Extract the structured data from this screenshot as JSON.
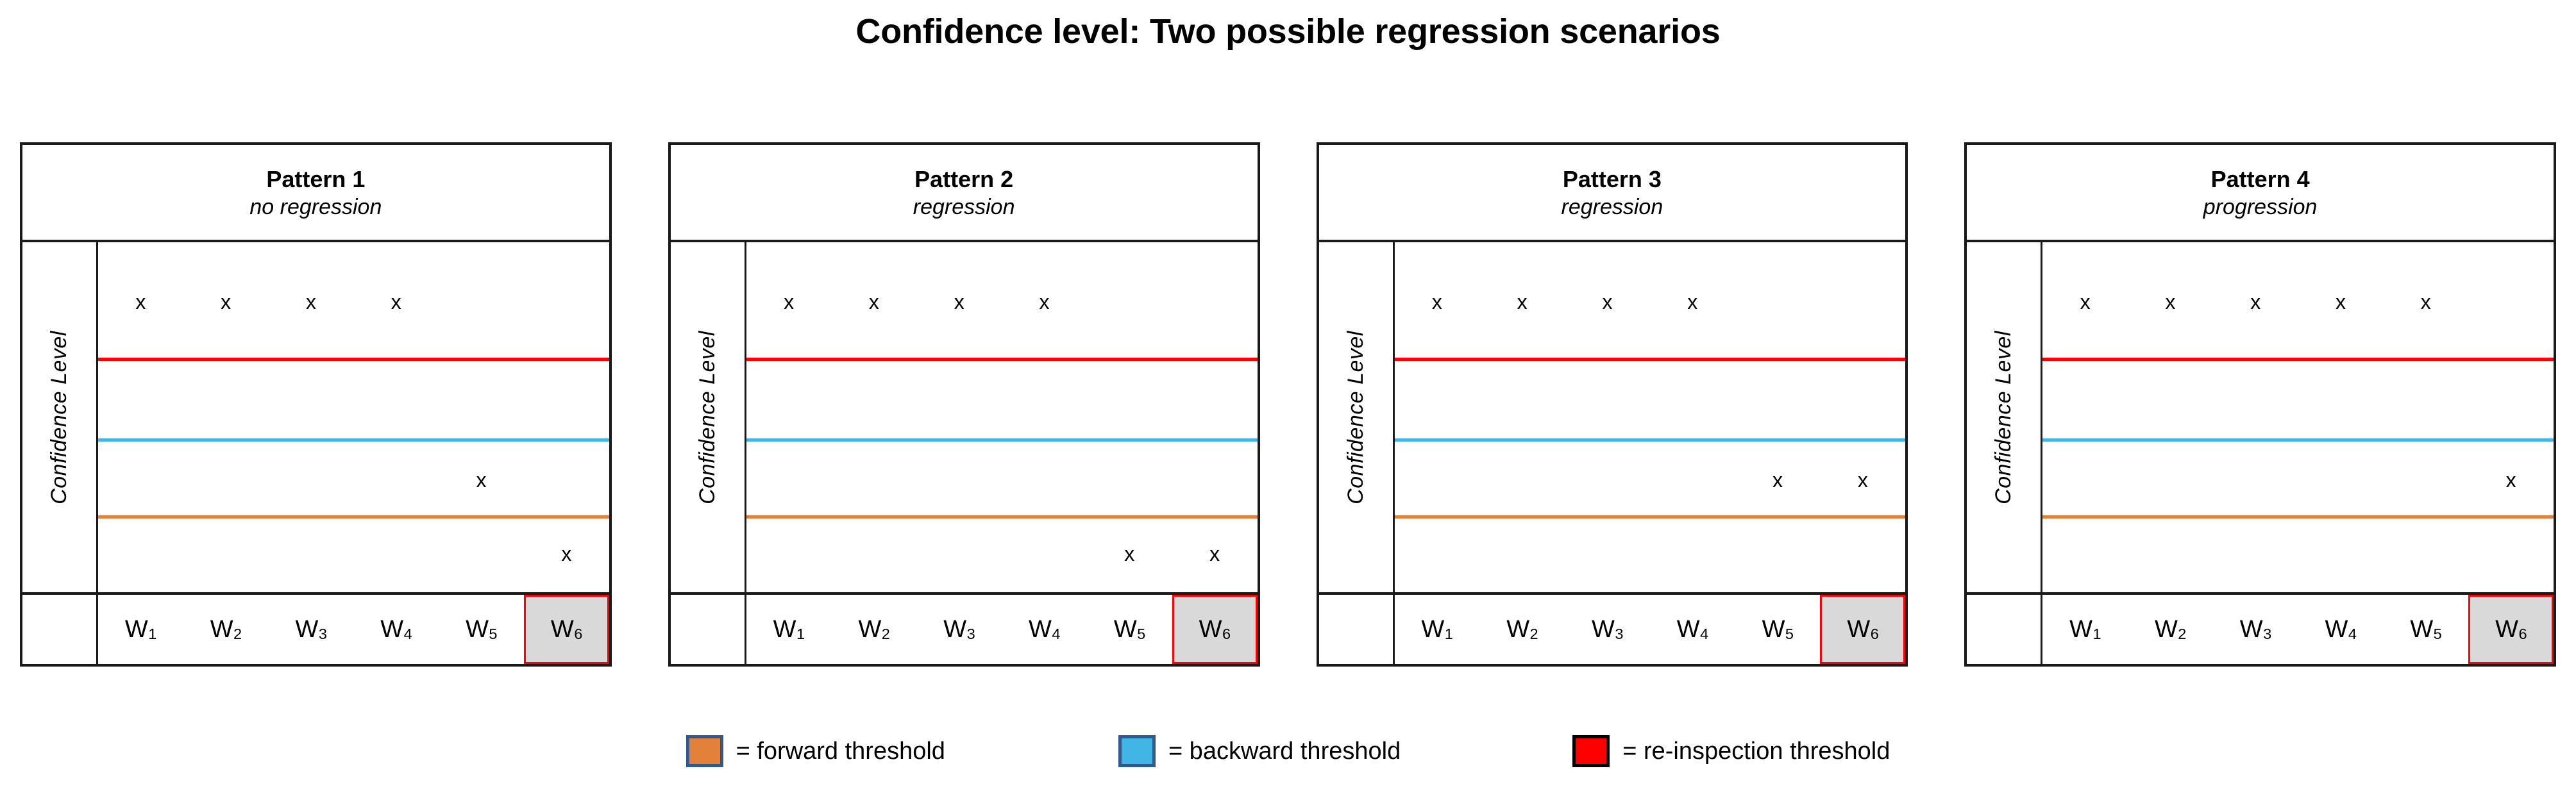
{
  "title": "Confidence level: Two possible regression scenarios",
  "axis_label": "Confidence Level",
  "week_labels": [
    "W",
    "W",
    "W",
    "W",
    "W",
    "W"
  ],
  "week_subscripts": [
    "1",
    "2",
    "3",
    "4",
    "5",
    "6"
  ],
  "highlighted_week_index": 5,
  "marker_glyph": "x",
  "colors": {
    "reinspection_threshold": "#ff0000",
    "backward_threshold": "#41b6e6",
    "forward_threshold": "#e3813a",
    "highlight_fill": "#d9d9d9",
    "border": "#1a1a1a",
    "legend_swatch_edge": "#31598e"
  },
  "thresholds": {
    "reinspection_top_pct": 33,
    "backward_top_pct": 56,
    "forward_top_pct": 78
  },
  "panels": [
    {
      "title": "Pattern 1",
      "subtitle": "no regression",
      "marks": [
        {
          "week": 1,
          "top_pct": 17
        },
        {
          "week": 2,
          "top_pct": 17
        },
        {
          "week": 3,
          "top_pct": 17
        },
        {
          "week": 4,
          "top_pct": 17
        },
        {
          "week": 5,
          "top_pct": 68
        },
        {
          "week": 6,
          "top_pct": 89
        }
      ]
    },
    {
      "title": "Pattern 2",
      "subtitle": "regression",
      "marks": [
        {
          "week": 1,
          "top_pct": 17
        },
        {
          "week": 2,
          "top_pct": 17
        },
        {
          "week": 3,
          "top_pct": 17
        },
        {
          "week": 4,
          "top_pct": 17
        },
        {
          "week": 5,
          "top_pct": 89
        },
        {
          "week": 6,
          "top_pct": 89
        }
      ]
    },
    {
      "title": "Pattern 3",
      "subtitle": "regression",
      "marks": [
        {
          "week": 1,
          "top_pct": 17
        },
        {
          "week": 2,
          "top_pct": 17
        },
        {
          "week": 3,
          "top_pct": 17
        },
        {
          "week": 4,
          "top_pct": 17
        },
        {
          "week": 5,
          "top_pct": 68
        },
        {
          "week": 6,
          "top_pct": 68
        }
      ]
    },
    {
      "title": "Pattern 4",
      "subtitle": "progression",
      "marks": [
        {
          "week": 1,
          "top_pct": 17
        },
        {
          "week": 2,
          "top_pct": 17
        },
        {
          "week": 3,
          "top_pct": 17
        },
        {
          "week": 4,
          "top_pct": 17
        },
        {
          "week": 5,
          "top_pct": 17
        },
        {
          "week": 6,
          "top_pct": 68
        }
      ]
    }
  ],
  "legend": [
    {
      "label": "= forward threshold",
      "color": "#e3813a",
      "edge": "blue"
    },
    {
      "label": "= backward threshold",
      "color": "#41b6e6",
      "edge": "blue"
    },
    {
      "label": "= re-inspection threshold",
      "color": "#ff0000",
      "edge": "dark"
    }
  ],
  "chart_data": {
    "type": "scatter",
    "title": "Confidence level: Two possible regression scenarios",
    "xlabel": "",
    "ylabel": "Confidence Level",
    "x": [
      "W1",
      "W2",
      "W3",
      "W4",
      "W5",
      "W6"
    ],
    "ylim": [
      0,
      100
    ],
    "grid": false,
    "legend_position": "bottom",
    "annotations": [
      "no regression",
      "regression",
      "regression",
      "progression"
    ],
    "hlines": [
      {
        "name": "re-inspection threshold",
        "value": 67,
        "color": "#ff0000"
      },
      {
        "name": "backward threshold",
        "value": 44,
        "color": "#41b6e6"
      },
      {
        "name": "forward threshold",
        "value": 22,
        "color": "#e3813a"
      }
    ],
    "series": [
      {
        "name": "Pattern 1 (no regression)",
        "values": [
          83,
          83,
          83,
          83,
          32,
          11
        ]
      },
      {
        "name": "Pattern 2 (regression)",
        "values": [
          83,
          83,
          83,
          83,
          11,
          11
        ]
      },
      {
        "name": "Pattern 3 (regression)",
        "values": [
          83,
          83,
          83,
          83,
          32,
          32
        ]
      },
      {
        "name": "Pattern 4 (progression)",
        "values": [
          83,
          83,
          83,
          83,
          83,
          32
        ]
      }
    ]
  }
}
